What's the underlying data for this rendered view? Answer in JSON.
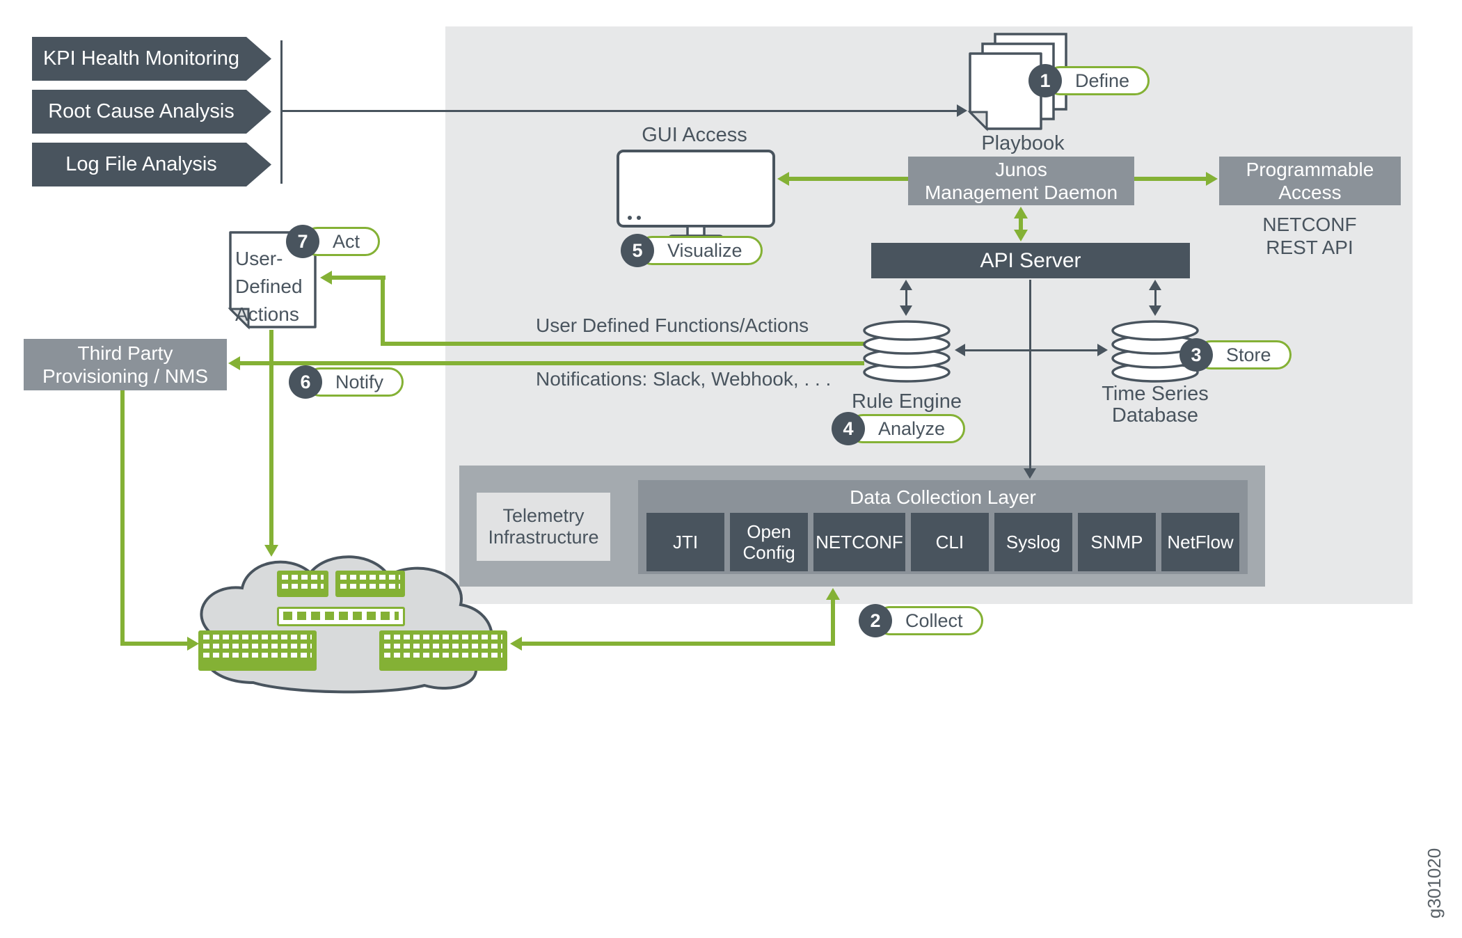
{
  "colors": {
    "green": "#84b135",
    "dark_slate": "#49545e",
    "medium_gray": "#8b9299",
    "panel_gray": "#e7e8e9"
  },
  "banners": [
    "KPI Health Monitoring",
    "Root Cause Analysis",
    "Log File Analysis"
  ],
  "playbook": {
    "label": "Playbook"
  },
  "gui": {
    "label": "GUI Access"
  },
  "junos": {
    "line1": "Junos",
    "line2": "Management Daemon"
  },
  "programmable": {
    "line1": "Programmable",
    "line2": "Access",
    "netconf": "NETCONF",
    "rest_api": "REST API"
  },
  "api_server": {
    "label": "API Server"
  },
  "rule_engine": {
    "label": "Rule Engine"
  },
  "tsdb": {
    "line1": "Time Series",
    "line2": "Database"
  },
  "third_party": {
    "line1": "Third Party",
    "line2": "Provisioning / NMS"
  },
  "uda": {
    "line1": "User-",
    "line2": "Defined",
    "line3": "Actions"
  },
  "annotations": {
    "functions": "User Defined Functions/Actions",
    "notifications": "Notifications: Slack, Webhook, . . ."
  },
  "data_collection": {
    "title": "Data Collection Layer",
    "telemetry": {
      "line1": "Telemetry",
      "line2": "Infrastructure"
    },
    "protocols": [
      "JTI",
      "Open Config",
      "NETCONF",
      "CLI",
      "Syslog",
      "SNMP",
      "NetFlow"
    ]
  },
  "badges": {
    "define": {
      "num": "1",
      "label": "Define"
    },
    "collect": {
      "num": "2",
      "label": "Collect"
    },
    "store": {
      "num": "3",
      "label": "Store"
    },
    "analyze": {
      "num": "4",
      "label": "Analyze"
    },
    "visualize": {
      "num": "5",
      "label": "Visualize"
    },
    "notify": {
      "num": "6",
      "label": "Notify"
    },
    "act": {
      "num": "7",
      "label": "Act"
    }
  },
  "figure_id": "g301020"
}
